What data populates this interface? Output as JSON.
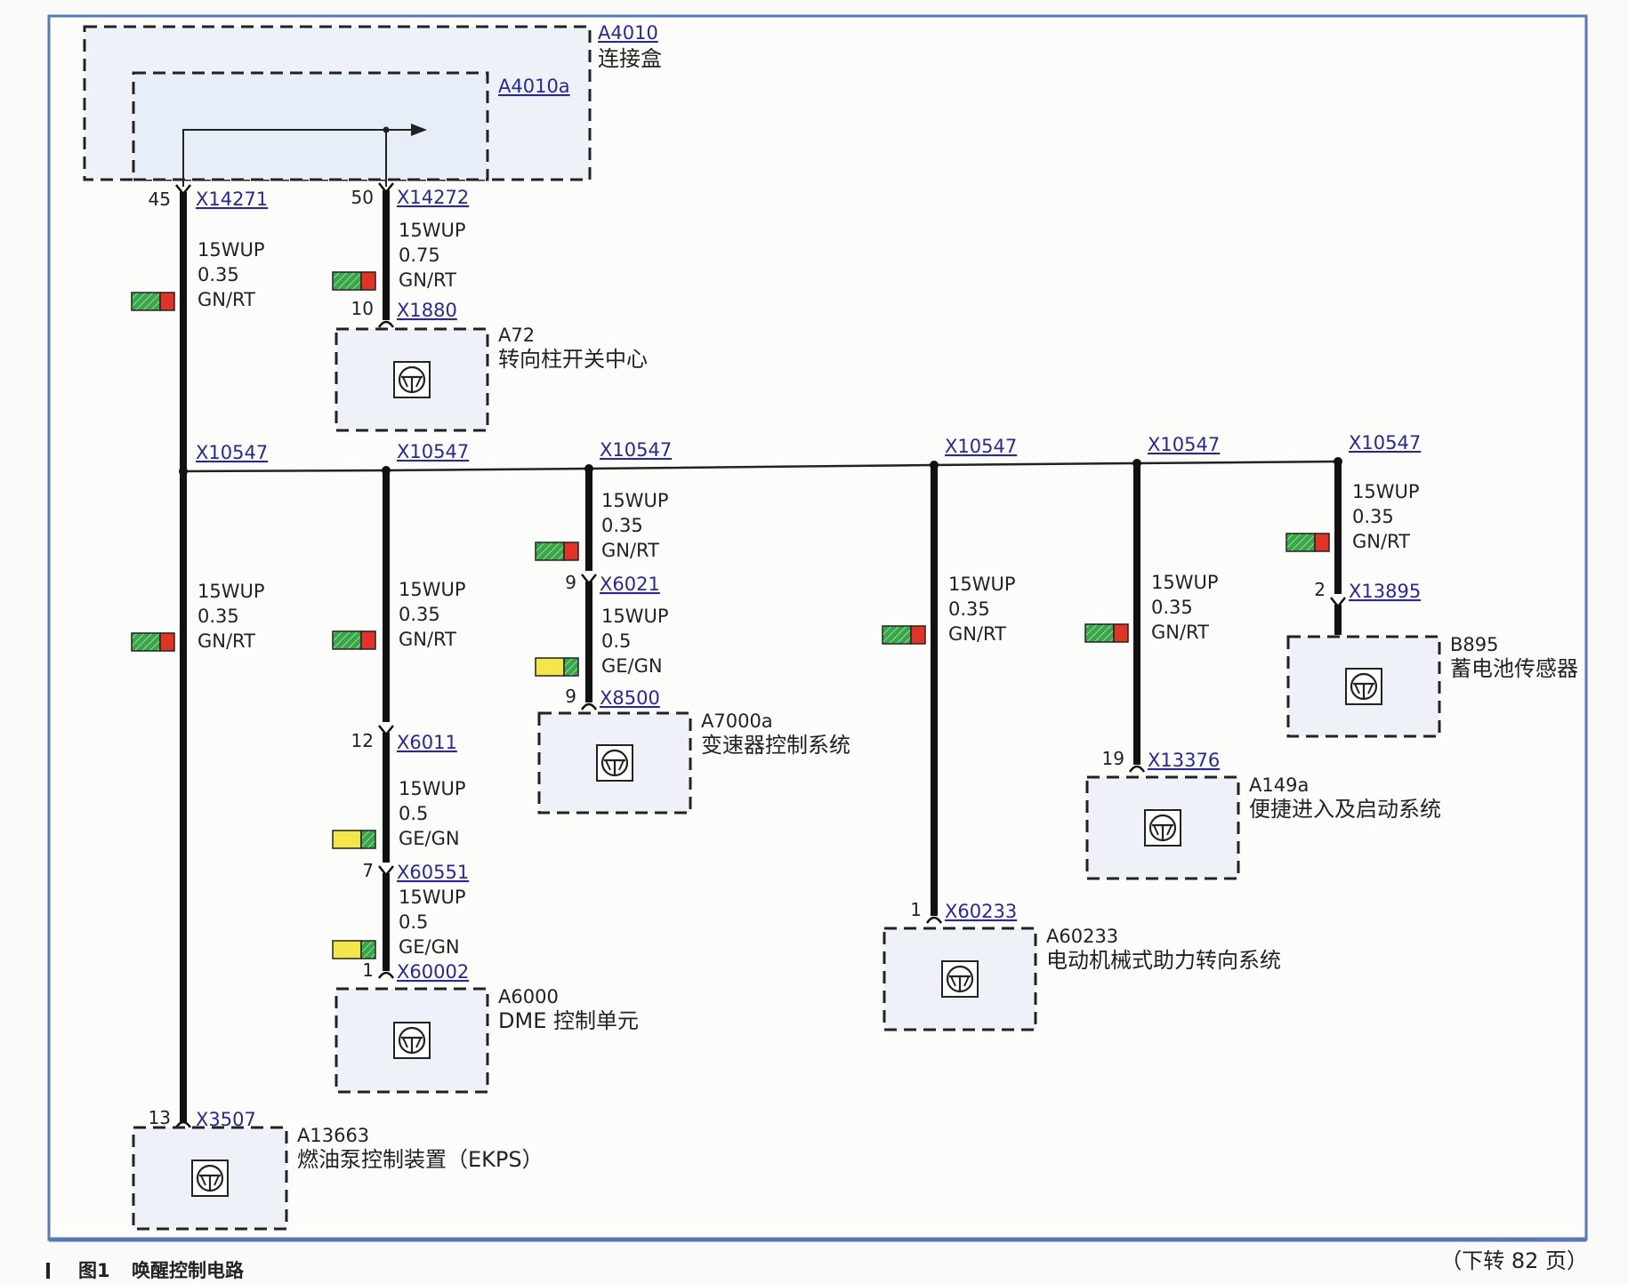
{
  "colors": {
    "frame": "#5a78b8",
    "box_fill": "#eef2f8",
    "wire": "#111111",
    "green": "#3aa64a",
    "red": "#e03428",
    "yellow": "#f2e64a"
  },
  "top_modules": [
    {
      "id": "A4010",
      "name": "连接盒"
    },
    {
      "id": "A4010a",
      "name": ""
    }
  ],
  "top_pins": [
    {
      "pin": "45",
      "connector": "X14271"
    },
    {
      "pin": "50",
      "connector": "X14272"
    }
  ],
  "bus_splice": "X10547",
  "wire_specs": [
    {
      "key": "w1",
      "circuit": "15WUP",
      "size": "0.35",
      "color": "GN/RT"
    },
    {
      "key": "w2",
      "circuit": "15WUP",
      "size": "0.75",
      "color": "GN/RT"
    },
    {
      "key": "w3",
      "circuit": "15WUP",
      "size": "0.35",
      "color": "GN/RT"
    },
    {
      "key": "w4",
      "circuit": "15WUP",
      "size": "0.35",
      "color": "GN/RT"
    },
    {
      "key": "w5",
      "circuit": "15WUP",
      "size": "0.5",
      "color": "GE/GN"
    },
    {
      "key": "w6",
      "circuit": "15WUP",
      "size": "0.5",
      "color": "GE/GN"
    },
    {
      "key": "w7",
      "circuit": "15WUP",
      "size": "0.35",
      "color": "GN/RT"
    },
    {
      "key": "w8",
      "circuit": "15WUP",
      "size": "0.5",
      "color": "GE/GN"
    },
    {
      "key": "w9",
      "circuit": "15WUP",
      "size": "0.35",
      "color": "GN/RT"
    },
    {
      "key": "w10",
      "circuit": "15WUP",
      "size": "0.35",
      "color": "GN/RT"
    },
    {
      "key": "w11",
      "circuit": "15WUP",
      "size": "0.35",
      "color": "GN/RT"
    }
  ],
  "connectors": [
    {
      "pin": "10",
      "connector": "X1880"
    },
    {
      "pin": "12",
      "connector": "X6011"
    },
    {
      "pin": "7",
      "connector": "X60551"
    },
    {
      "pin": "1",
      "connector": "X60002"
    },
    {
      "pin": "9",
      "connector": "X6021"
    },
    {
      "pin": "9",
      "connector": "X8500"
    },
    {
      "pin": "1",
      "connector": "X60233"
    },
    {
      "pin": "19",
      "connector": "X13376"
    },
    {
      "pin": "2",
      "connector": "X13895"
    },
    {
      "pin": "13",
      "connector": "X3507"
    }
  ],
  "modules": [
    {
      "id": "A72",
      "name": "转向柱开关中心"
    },
    {
      "id": "A6000",
      "name": "DME 控制单元"
    },
    {
      "id": "A7000a",
      "name": "变速器控制系统"
    },
    {
      "id": "A60233",
      "name": "电动机械式助力转向系统"
    },
    {
      "id": "A149a",
      "name": "便捷进入及启动系统"
    },
    {
      "id": "B895",
      "name": "蓄电池传感器"
    },
    {
      "id": "A13663",
      "name": "燃油泵控制装置（EKPS）"
    }
  ],
  "footer": {
    "figure_label": "图1",
    "figure_title": "唤醒控制电路",
    "continued": "（下转 82 页）"
  }
}
